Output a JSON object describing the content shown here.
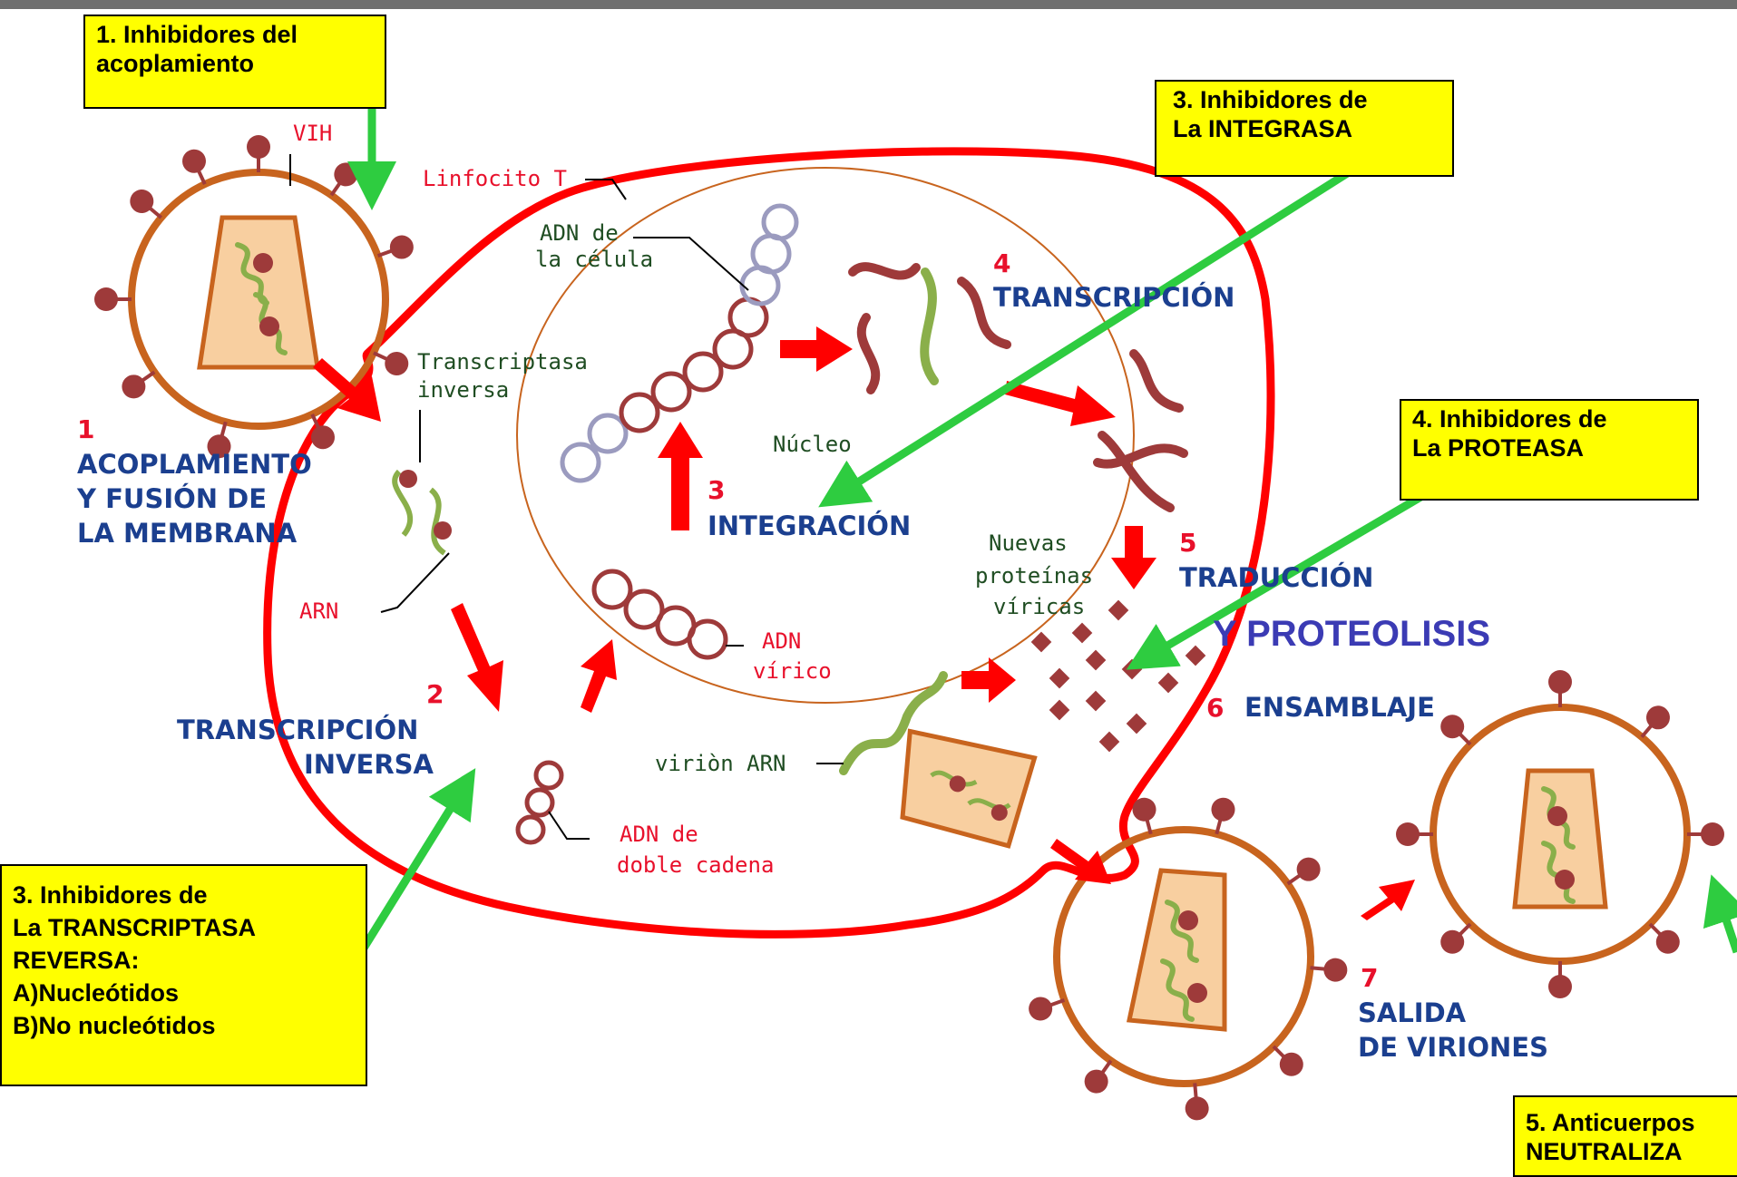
{
  "callouts": {
    "attachment": {
      "lines": [
        "1. Inhibidores del",
        "acoplamiento"
      ]
    },
    "integrase": {
      "lines": [
        "3. Inhibidores de",
        "La INTEGRASA"
      ]
    },
    "protease": {
      "lines": [
        "4. Inhibidores de",
        "La PROTEASA"
      ]
    },
    "reverse_transcriptase": {
      "lines": [
        "3. Inhibidores de",
        "La TRANSCRIPTASA",
        "REVERSA:",
        "A)Nucleótidos",
        "B)No nucleótidos"
      ]
    },
    "antibodies": {
      "lines": [
        "5. Anticuerpos",
        "NEUTRALIZA"
      ]
    }
  },
  "labels": {
    "vih": "VIH",
    "linfocito": "Linfocito T",
    "adn_cell_1": "ADN de",
    "adn_cell_2": "la célula",
    "transcriptasa_1": "Transcriptasa",
    "transcriptasa_2": "inversa",
    "nucleo": "Núcleo",
    "arn": "ARN",
    "nuevas_1": "Nuevas",
    "nuevas_2": "proteínas",
    "nuevas_3": "víricas",
    "adn_virico_1": "ADN",
    "adn_virico_2": "vírico",
    "virion_arn": "viriòn ARN",
    "adn_doble_1": "ADN de",
    "adn_doble_2": "doble cadena"
  },
  "steps": {
    "s1": {
      "num": "1",
      "lines": [
        "ACOPLAMIENTO",
        "Y FUSIÓN DE",
        "LA MEMBRANA"
      ]
    },
    "s2": {
      "num": "2",
      "lines": [
        "TRANSCRIPCIÓN",
        "INVERSA"
      ]
    },
    "s3": {
      "num": "3",
      "lines": [
        "INTEGRACIÓN"
      ]
    },
    "s4": {
      "num": "4",
      "lines": [
        "TRANSCRIPCIÓN"
      ]
    },
    "s5": {
      "num": "5",
      "lines": [
        "TRADUCCIÓN"
      ]
    },
    "s5b": "Y PROTEOLISIS",
    "s6": {
      "num": "6",
      "lines": [
        "ENSAMBLAJE"
      ]
    },
    "s7": {
      "num": "7",
      "lines": [
        "SALIDA",
        "DE VIRIONES"
      ]
    }
  },
  "colors": {
    "cell_membrane": "#ff0000",
    "virus_envelope": "#c8641e",
    "spike": "#9e3a3a",
    "capsid": "#f8cfa0",
    "rna_green": "#8aaf4a",
    "arrow_green": "#2ecc40",
    "callout_bg": "#ffff00",
    "label_blue": "#1b3f8f",
    "label_red": "#e8102b"
  }
}
